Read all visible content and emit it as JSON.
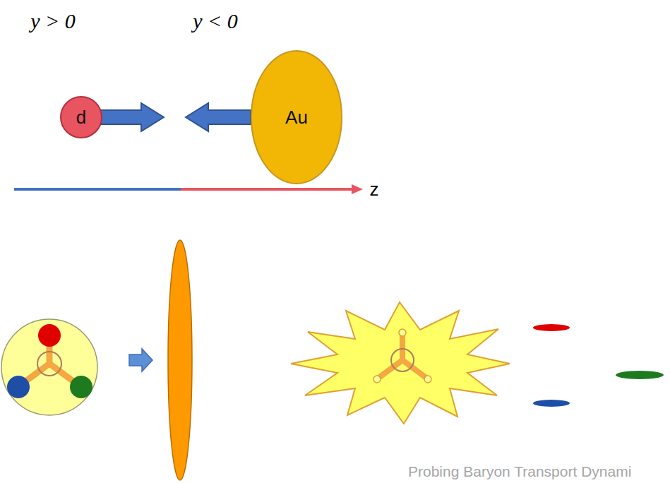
{
  "diagram": {
    "nodes": [
      {
        "text": [
          "d"
        ]
      },
      {
        "text": [
          "Au"
        ]
      }
    ],
    "labels": [
      "y > 0",
      "y < 0",
      "z",
      "Probing Baryon Transport Dynami"
    ]
  }
}
